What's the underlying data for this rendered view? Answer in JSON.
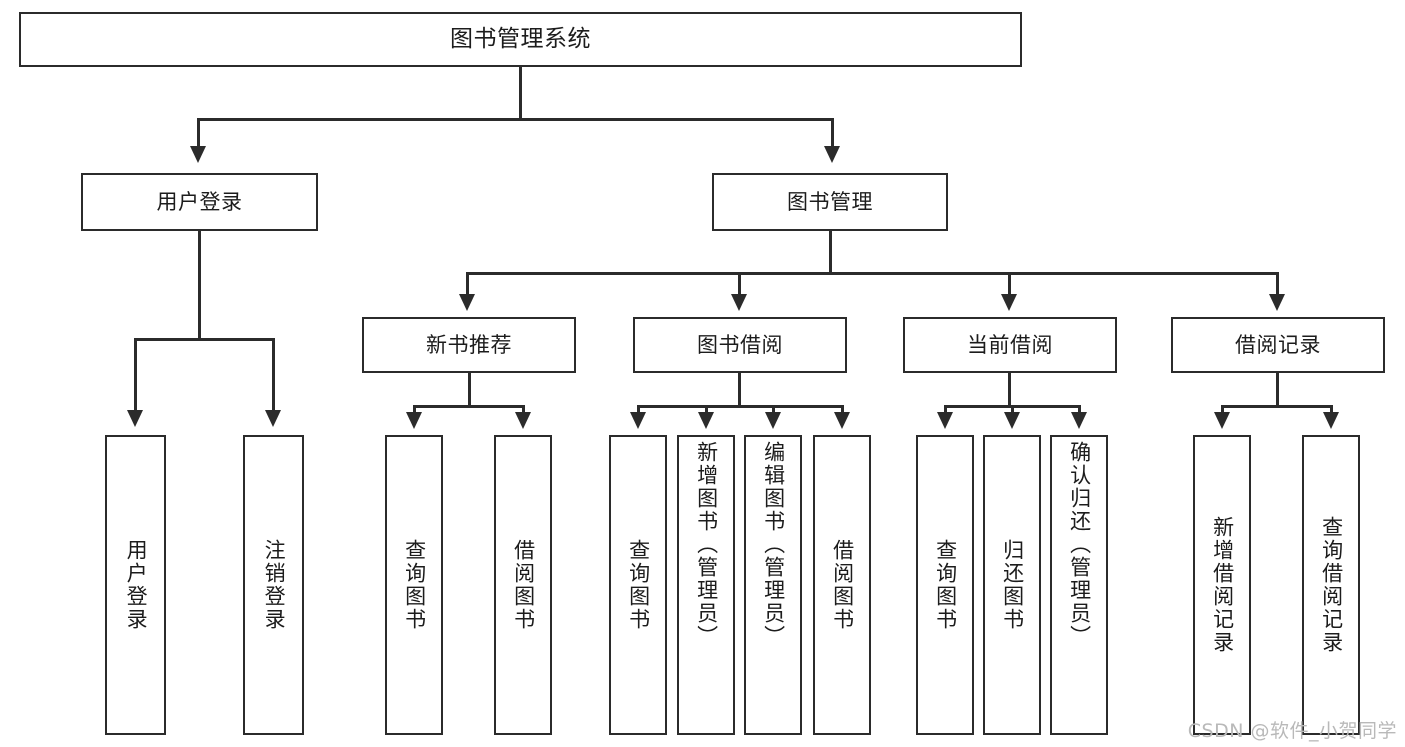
{
  "diagram": {
    "title": "图书管理系统",
    "watermark": "CSDN @软件_小贺同学",
    "type": "tree-hierarchy",
    "root": {
      "id": "root",
      "label": "图书管理系统"
    },
    "level2": [
      {
        "id": "user-login",
        "label": "用户登录"
      },
      {
        "id": "book-manage",
        "label": "图书管理"
      }
    ],
    "level3": [
      {
        "id": "new-book-recommend",
        "label": "新书推荐",
        "parent": "book-manage"
      },
      {
        "id": "book-borrow",
        "label": "图书借阅",
        "parent": "book-manage"
      },
      {
        "id": "current-borrow",
        "label": "当前借阅",
        "parent": "book-manage"
      },
      {
        "id": "borrow-record",
        "label": "借阅记录",
        "parent": "book-manage"
      }
    ],
    "leaves": {
      "user_login": [
        {
          "id": "leaf-user-login",
          "label": "用户登录"
        },
        {
          "id": "leaf-user-logout",
          "label": "注销登录"
        }
      ],
      "new_book_recommend": [
        {
          "id": "leaf-query-book-1",
          "label": "查询图书"
        },
        {
          "id": "leaf-borrow-book-1",
          "label": "借阅图书"
        }
      ],
      "book_borrow": [
        {
          "id": "leaf-query-book-2",
          "label": "查询图书"
        },
        {
          "id": "leaf-add-book",
          "label": "新增图书（管理员）"
        },
        {
          "id": "leaf-edit-book",
          "label": "编辑图书（管理员）"
        },
        {
          "id": "leaf-borrow-book-2",
          "label": "借阅图书"
        }
      ],
      "current_borrow": [
        {
          "id": "leaf-query-book-3",
          "label": "查询图书"
        },
        {
          "id": "leaf-return-book",
          "label": "归还图书"
        },
        {
          "id": "leaf-confirm-return",
          "label": "确认归还（管理员）"
        }
      ],
      "borrow_record": [
        {
          "id": "leaf-add-record",
          "label": "新增借阅记录"
        },
        {
          "id": "leaf-query-record",
          "label": "查询借阅记录"
        }
      ]
    },
    "colors": {
      "stroke": "#2b2b2b",
      "background": "#ffffff",
      "text": "#1c1c1c",
      "watermark": "#b9b9b9"
    }
  }
}
